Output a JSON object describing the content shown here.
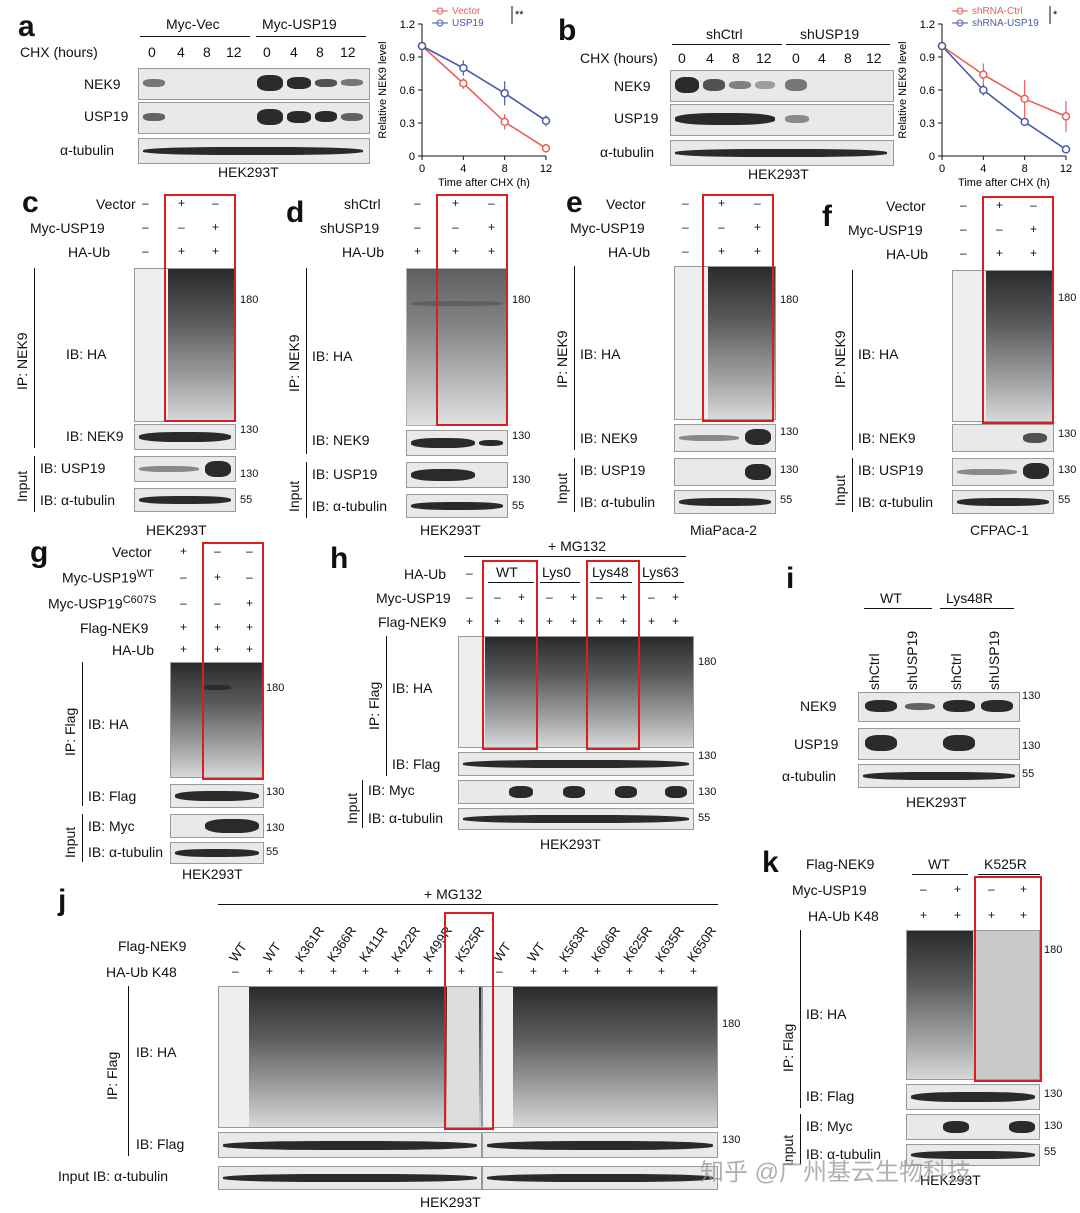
{
  "panels": {
    "a": "a",
    "b": "b",
    "c": "c",
    "d": "d",
    "e": "e",
    "f": "f",
    "g": "g",
    "h": "h",
    "i": "i",
    "j": "j",
    "k": "k"
  },
  "common": {
    "cell": "HEK293T",
    "plus": "+",
    "minus": "–",
    "mw180": "180",
    "mw130": "130",
    "mw55": "55",
    "ib_ha": "IB: HA",
    "ib_nek9": "IB: NEK9",
    "ib_usp19": "IB: USP19",
    "ib_tub": "IB: α-tubulin",
    "ib_flag": "IB: Flag",
    "ib_myc": "IB: Myc",
    "ip_nek9": "IP: NEK9",
    "ip_flag": "IP: Flag",
    "input": "Input",
    "nek9": "NEK9",
    "usp19": "USP19",
    "tub": "α-tubulin",
    "mg132": "+ MG132"
  },
  "a": {
    "g1": "Myc-Vec",
    "g2": "Myc-USP19",
    "chx": "CHX (hours)",
    "times": [
      "0",
      "4",
      "8",
      "12"
    ]
  },
  "b": {
    "g1": "shCtrl",
    "g2": "shUSP19",
    "chx": "CHX (hours)",
    "times": [
      "0",
      "4",
      "8",
      "12"
    ]
  },
  "c": {
    "rows": [
      "Vector",
      "Myc-USP19",
      "HA-Ub"
    ],
    "cell": "HEK293T"
  },
  "d": {
    "rows": [
      "shCtrl",
      "shUSP19",
      "HA-Ub"
    ],
    "cell": "HEK293T"
  },
  "e": {
    "rows": [
      "Vector",
      "Myc-USP19",
      "HA-Ub"
    ],
    "cell": "MiaPaca-2"
  },
  "f": {
    "rows": [
      "Vector",
      "Myc-USP19",
      "HA-Ub"
    ],
    "cell": "CFPAC-1"
  },
  "g": {
    "rows": [
      "Vector",
      "Myc-USP19WT",
      "Myc-USP19C607S",
      "Flag-NEK9",
      "HA-Ub"
    ],
    "sup_wt": "WT",
    "sup_mut": "C607S",
    "base": "Myc-USP19"
  },
  "h": {
    "rows": [
      "HA-Ub",
      "Myc-USP19",
      "Flag-NEK9"
    ],
    "groups": [
      "WT",
      "Lys0",
      "Lys48",
      "Lys63"
    ]
  },
  "i": {
    "groups": [
      "WT",
      "Lys48R"
    ],
    "lanes": [
      "shCtrl",
      "shUSP19",
      "shCtrl",
      "shUSP19"
    ]
  },
  "j": {
    "rows": [
      "Flag-NEK9",
      "HA-Ub K48"
    ],
    "lanes": [
      "WT",
      "WT",
      "K361R",
      "K366R",
      "K411R",
      "K422R",
      "K499R",
      "K525R",
      "WT",
      "WT",
      "K563R",
      "K606R",
      "K625R",
      "K635R",
      "K650R"
    ],
    "input": "Input IB: α-tubulin"
  },
  "k": {
    "rows": [
      "Flag-NEK9",
      "Myc-USP19",
      "HA-Ub K48"
    ],
    "groups": [
      "WT",
      "K525R"
    ]
  },
  "watermark": "知乎 @广州基云生物科技",
  "chart_data": [
    {
      "type": "line",
      "panel": "a",
      "ylabel": "Relative NEK9 level",
      "xlabel": "Time after CHX (h)",
      "x": [
        0,
        4,
        8,
        12
      ],
      "xlim": [
        0,
        12
      ],
      "ylim": [
        0,
        1.2
      ],
      "yticks": [
        0,
        0.3,
        0.6,
        0.9,
        1.2
      ],
      "xticks": [
        0,
        4,
        8,
        12
      ],
      "significance": "**",
      "legend_placement": "top",
      "series": [
        {
          "name": "Vector",
          "color": "#e8605a",
          "values": [
            1.0,
            0.66,
            0.31,
            0.07
          ],
          "err": [
            0,
            0.05,
            0.07,
            0.04
          ]
        },
        {
          "name": "USP19",
          "color": "#4a5aa8",
          "values": [
            1.0,
            0.8,
            0.57,
            0.32
          ],
          "err": [
            0,
            0.07,
            0.11,
            0.05
          ]
        }
      ]
    },
    {
      "type": "line",
      "panel": "b",
      "ylabel": "Relative NEK9 level",
      "xlabel": "Time after CHX (h)",
      "x": [
        0,
        4,
        8,
        12
      ],
      "xlim": [
        0,
        12
      ],
      "ylim": [
        0,
        1.2
      ],
      "yticks": [
        0,
        0.3,
        0.6,
        0.9,
        1.2
      ],
      "xticks": [
        0,
        4,
        8,
        12
      ],
      "significance": "*",
      "legend_placement": "top",
      "series": [
        {
          "name": "shRNA-Ctrl",
          "color": "#e8605a",
          "values": [
            1.0,
            0.74,
            0.52,
            0.36
          ],
          "err": [
            0,
            0.1,
            0.17,
            0.14
          ]
        },
        {
          "name": "shRNA-USP19",
          "color": "#4a5aa8",
          "values": [
            1.0,
            0.6,
            0.31,
            0.06
          ],
          "err": [
            0,
            0.05,
            0.02,
            0.01
          ]
        }
      ]
    }
  ]
}
